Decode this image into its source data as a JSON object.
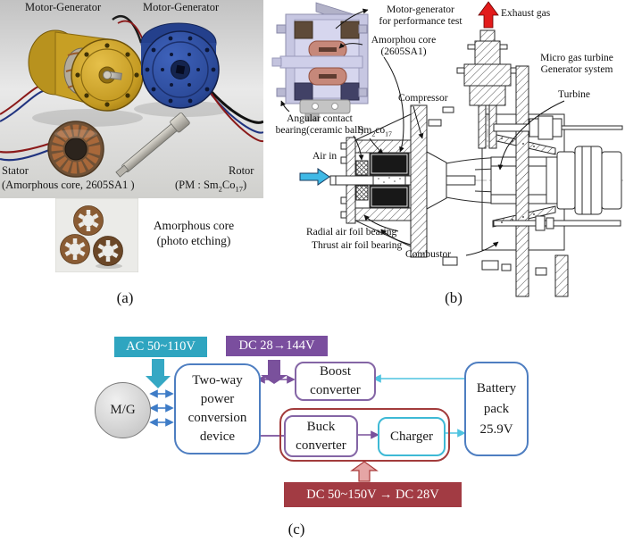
{
  "panel_a": {
    "caption": "(a)",
    "labels": {
      "motor_generator_left": "Motor-Generator",
      "motor_generator_right": "Motor-Generator",
      "stator_line1": "Stator",
      "stator_line2": "(Amorphous core, 2605SA1 )",
      "rotor_line1": "Rotor",
      "rotor_pm": {
        "pre": "(PM : Sm",
        "sub1": "2",
        "mid": "Co",
        "sub2": "17",
        "post": ")"
      },
      "amorphous_core_line1": "Amorphous core",
      "amorphous_core_line2": "(photo etching)"
    }
  },
  "panel_b": {
    "caption": "(b)",
    "labels": {
      "mg_test_line1": "Motor-generator",
      "mg_test_line2": "for performance test",
      "amorphou_line1": "Amorphou core",
      "amorphou_line2": "(2605SA1)",
      "exhaust_gas": "Exhaust gas",
      "micro_line1": "Micro gas turbine",
      "micro_line2": "Generator system",
      "compressor": "Compressor",
      "turbine": "Turbine",
      "angular_line1": "Angular contact",
      "angular_line2": "bearing(ceramic ball)",
      "sm2co17": {
        "pre": "Sm",
        "sub1": "2",
        "mid": "co",
        "sub2": "17",
        "post": ""
      },
      "air_in": "Air in",
      "radial_bearing": "Radial air foil bearing",
      "thrust_bearing": "Thrust air foil bearing",
      "combustor": "Combustor"
    }
  },
  "panel_c": {
    "caption": "(c)",
    "ac_label": "AC 50~110V",
    "dc_boost_label": "DC 28→144V",
    "dc_buck_label": "DC 50~150V → DC 28V",
    "mg_label": "M/G",
    "two_way": [
      "Two-way",
      "power",
      "conversion",
      "device"
    ],
    "boost": [
      "Boost",
      "converter"
    ],
    "buck": [
      "Buck",
      "converter"
    ],
    "charger": "Charger",
    "battery": [
      "Battery",
      "pack",
      "25.9V"
    ]
  },
  "colors": {
    "teal": "#2FA5C0",
    "purple": "#7A4E9E",
    "dark_red": "#A23B43",
    "blue_border": "#4E7EC1",
    "purple_border": "#8465A5",
    "cyan_border": "#3EB9D5",
    "red_container": "#A23B3B",
    "arrow_blue": "#3E7CC7",
    "arrow_cyan": "#4EC3E0",
    "arrow_purple": "#7A519C",
    "pink_arrow": "#E5A5A5",
    "exhaust_red": "#E21B1B",
    "airin_cyan": "#3FB9E6"
  }
}
